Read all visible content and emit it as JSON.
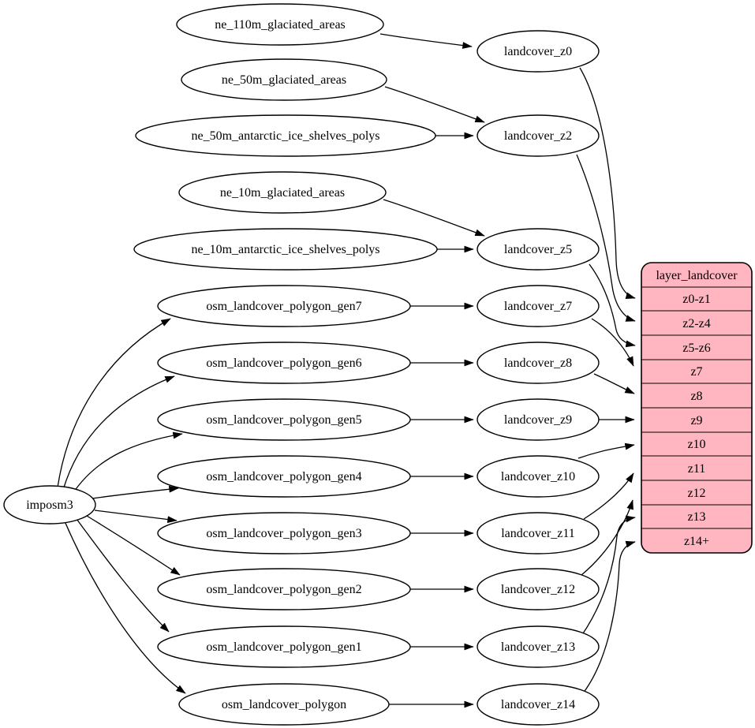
{
  "colors": {
    "background": "#ffffff",
    "node_fill": "#ffffff",
    "node_stroke": "#000000",
    "edge_color": "#000000",
    "table_fill": "#ffb6c1",
    "text_color": "#000000"
  },
  "importer": {
    "label": "imposm3"
  },
  "sources": [
    {
      "label": "ne_110m_glaciated_areas"
    },
    {
      "label": "ne_50m_glaciated_areas"
    },
    {
      "label": "ne_50m_antarctic_ice_shelves_polys"
    },
    {
      "label": "ne_10m_glaciated_areas"
    },
    {
      "label": "ne_10m_antarctic_ice_shelves_polys"
    },
    {
      "label": "osm_landcover_polygon_gen7"
    },
    {
      "label": "osm_landcover_polygon_gen6"
    },
    {
      "label": "osm_landcover_polygon_gen5"
    },
    {
      "label": "osm_landcover_polygon_gen4"
    },
    {
      "label": "osm_landcover_polygon_gen3"
    },
    {
      "label": "osm_landcover_polygon_gen2"
    },
    {
      "label": "osm_landcover_polygon_gen1"
    },
    {
      "label": "osm_landcover_polygon"
    }
  ],
  "intermediates": [
    {
      "label": "landcover_z0"
    },
    {
      "label": "landcover_z2"
    },
    {
      "label": "landcover_z5"
    },
    {
      "label": "landcover_z7"
    },
    {
      "label": "landcover_z8"
    },
    {
      "label": "landcover_z9"
    },
    {
      "label": "landcover_z10"
    },
    {
      "label": "landcover_z11"
    },
    {
      "label": "landcover_z12"
    },
    {
      "label": "landcover_z13"
    },
    {
      "label": "landcover_z14"
    }
  ],
  "table": {
    "title": "layer_landcover",
    "rows": [
      "z0-z1",
      "z2-z4",
      "z5-z6",
      "z7",
      "z8",
      "z9",
      "z10",
      "z11",
      "z12",
      "z13",
      "z14+"
    ]
  },
  "edges": [
    {
      "from": "ne_110m_glaciated_areas",
      "to": "landcover_z0"
    },
    {
      "from": "ne_50m_glaciated_areas",
      "to": "landcover_z2"
    },
    {
      "from": "ne_50m_antarctic_ice_shelves_polys",
      "to": "landcover_z2"
    },
    {
      "from": "ne_10m_glaciated_areas",
      "to": "landcover_z5"
    },
    {
      "from": "ne_10m_antarctic_ice_shelves_polys",
      "to": "landcover_z5"
    },
    {
      "from": "osm_landcover_polygon_gen7",
      "to": "landcover_z7"
    },
    {
      "from": "osm_landcover_polygon_gen6",
      "to": "landcover_z8"
    },
    {
      "from": "osm_landcover_polygon_gen5",
      "to": "landcover_z9"
    },
    {
      "from": "osm_landcover_polygon_gen4",
      "to": "landcover_z10"
    },
    {
      "from": "osm_landcover_polygon_gen3",
      "to": "landcover_z11"
    },
    {
      "from": "osm_landcover_polygon_gen2",
      "to": "landcover_z12"
    },
    {
      "from": "osm_landcover_polygon_gen1",
      "to": "landcover_z13"
    },
    {
      "from": "osm_landcover_polygon",
      "to": "landcover_z14"
    },
    {
      "from": "imposm3",
      "to": "osm_landcover_polygon_gen7"
    },
    {
      "from": "imposm3",
      "to": "osm_landcover_polygon_gen6"
    },
    {
      "from": "imposm3",
      "to": "osm_landcover_polygon_gen5"
    },
    {
      "from": "imposm3",
      "to": "osm_landcover_polygon_gen4"
    },
    {
      "from": "imposm3",
      "to": "osm_landcover_polygon_gen3"
    },
    {
      "from": "imposm3",
      "to": "osm_landcover_polygon_gen2"
    },
    {
      "from": "imposm3",
      "to": "osm_landcover_polygon_gen1"
    },
    {
      "from": "imposm3",
      "to": "osm_landcover_polygon"
    },
    {
      "from": "landcover_z0",
      "to": "layer_landcover.z0-z1"
    },
    {
      "from": "landcover_z2",
      "to": "layer_landcover.z2-z4"
    },
    {
      "from": "landcover_z5",
      "to": "layer_landcover.z5-z6"
    },
    {
      "from": "landcover_z7",
      "to": "layer_landcover.z7"
    },
    {
      "from": "landcover_z8",
      "to": "layer_landcover.z8"
    },
    {
      "from": "landcover_z9",
      "to": "layer_landcover.z9"
    },
    {
      "from": "landcover_z10",
      "to": "layer_landcover.z10"
    },
    {
      "from": "landcover_z11",
      "to": "layer_landcover.z11"
    },
    {
      "from": "landcover_z12",
      "to": "layer_landcover.z12"
    },
    {
      "from": "landcover_z13",
      "to": "layer_landcover.z13"
    },
    {
      "from": "landcover_z14",
      "to": "layer_landcover.z14+"
    }
  ]
}
